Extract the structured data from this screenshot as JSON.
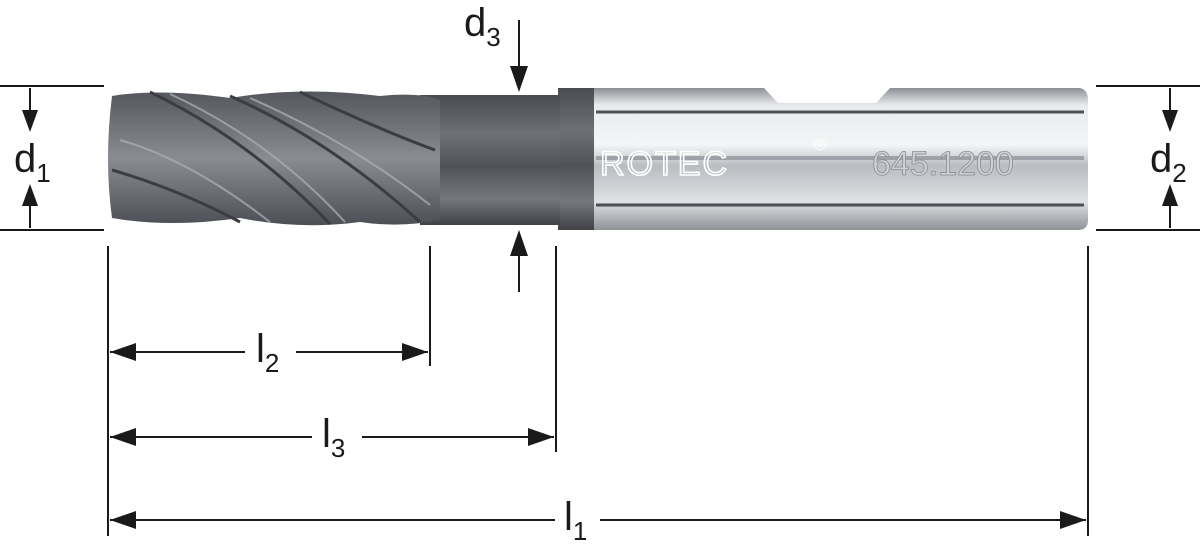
{
  "labels": {
    "d1": {
      "main": "d",
      "sub": "1"
    },
    "d2": {
      "main": "d",
      "sub": "2"
    },
    "d3": {
      "main": "d",
      "sub": "3"
    },
    "l1": {
      "main": "l",
      "sub": "1"
    },
    "l2": {
      "main": "l",
      "sub": "2"
    },
    "l3": {
      "main": "l",
      "sub": "3"
    }
  },
  "tool": {
    "brand": "ROTEC",
    "registered": "®",
    "part_number": "645.1200"
  },
  "colors": {
    "line": "#1a1a1a",
    "coating": "#5a5c63",
    "shank": "#c9ccd1"
  }
}
